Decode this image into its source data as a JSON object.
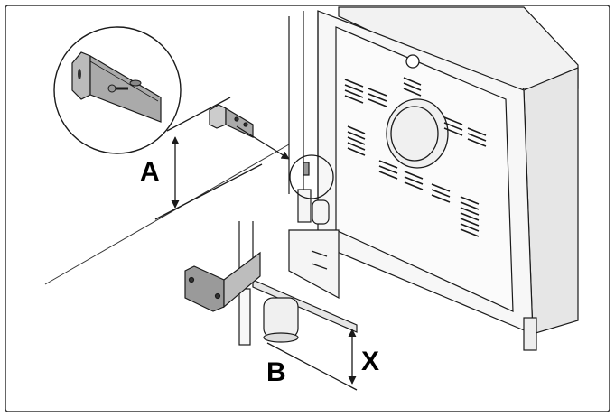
{
  "labels": {
    "a": "A",
    "b": "B",
    "x": "X"
  },
  "colors": {
    "line": "#1a1a1a",
    "appliance_fill": "#f7f7f7",
    "appliance_shade": "#e6e6e6",
    "bracket_fill": "#9a9a9a",
    "frame": "#333333"
  }
}
